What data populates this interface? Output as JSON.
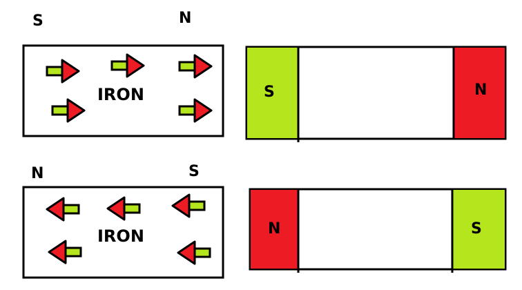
{
  "colors": {
    "red": "#ed1c24",
    "green": "#b5e61d",
    "outline": "#000000",
    "background": "#ffffff"
  },
  "top": {
    "iron_left_pole": "S",
    "iron_right_pole": "N",
    "iron_label": "IRON",
    "domain_arrows": "right",
    "magnet_left_pole": "S",
    "magnet_right_pole": "N"
  },
  "bottom": {
    "iron_left_pole": "N",
    "iron_right_pole": "S",
    "iron_label": "IRON",
    "domain_arrows": "left",
    "magnet_left_pole": "N",
    "magnet_right_pole": "S"
  }
}
